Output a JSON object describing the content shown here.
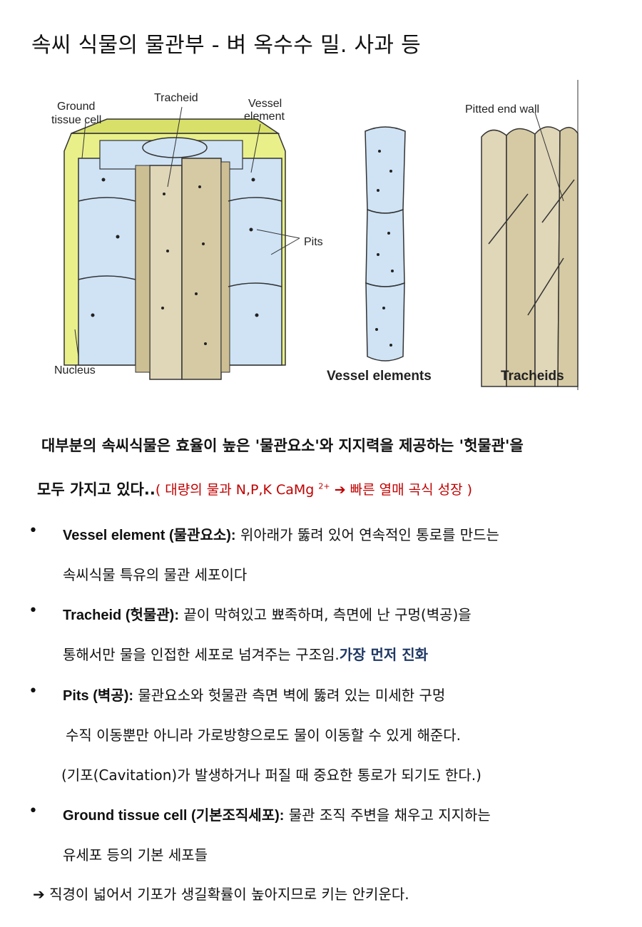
{
  "title": "속씨 식물의 물관부 - 벼 옥수수 밀. 사과 등",
  "figure": {
    "labels": {
      "ground_tissue_cell": [
        "Ground",
        "tissue cell"
      ],
      "tracheid": "Tracheid",
      "vessel_element": [
        "Vessel",
        "element"
      ],
      "pits": "Pits",
      "nucleus": "Nucleus",
      "pitted_end_wall": "Pitted end wall",
      "vessel_elements": "Vessel elements",
      "tracheids": "Tracheids"
    },
    "colors": {
      "vessel_blue": "#cfe3f5",
      "tracheid_tan": "#e0d6b8",
      "ground_yellow": "#e9f08a"
    }
  },
  "summary": {
    "line1": "대부분의 속씨식물은 효율이 높은 '물관요소'와 지지력을 제공하는 '헛물관'을",
    "line2_bold": "모두 가지고 있다..",
    "line2_red_a": "( 대량의 물과 N,P,K CaMg",
    "line2_red_sup": "2+",
    "line2_red_arrow": "➔",
    "line2_red_b": "빠른 열매 곡식 성장 )"
  },
  "bullets": [
    {
      "term": "Vessel element (물관요소):",
      "lines": [
        "위아래가 뚫려 있어 연속적인 통로를 만드는",
        "속씨식물 특유의 물관 세포이다"
      ]
    },
    {
      "term": "Tracheid (헛물관):",
      "lines": [
        "끝이 막혀있고 뾰족하며, 측면에 난 구멍(벽공)을",
        "통해서만 물을 인접한 세포로 넘겨주는 구조임."
      ],
      "highlight": "가장 먼저 진화"
    },
    {
      "term": "Pits (벽공):",
      "lines": [
        "물관요소와 헛물관 측면 벽에 뚫려 있는 미세한 구멍",
        "수직 이동뿐만 아니라 가로방향으로도 물이 이동할 수 있게 해준다.",
        "(기포(Cavitation)가 발생하거나 퍼질 때 중요한 통로가 되기도 한다.)"
      ]
    },
    {
      "term": "Ground tissue cell (기본조직세포):",
      "lines": [
        "물관 조직 주변을 채우고 지지하는",
        "유세포 등의 기본 세포들"
      ]
    }
  ],
  "bullet_symbol": "•",
  "conclusion": "➔ 직경이 넓어서 기포가 생길확률이 높아지므로 키는 안키운다."
}
